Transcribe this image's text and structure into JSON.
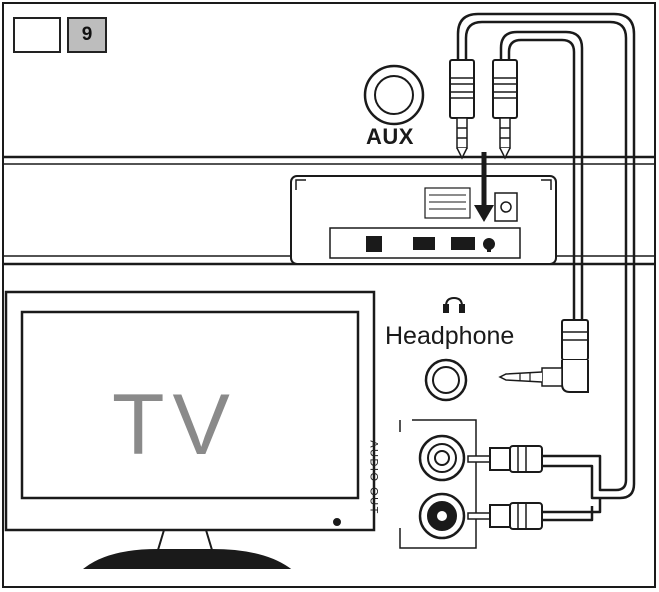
{
  "header": {
    "icon": "image-icon",
    "step_number": "9"
  },
  "labels": {
    "aux": "AUX",
    "headphone": "Headphone",
    "headphone_icon": "headphone-icon",
    "tv": "TV",
    "audio_out": "AUDIO OUT"
  },
  "colors": {
    "line": "#1a1a1a",
    "tv_text": "#8a8a8a",
    "badge": "#bdbdbd"
  }
}
